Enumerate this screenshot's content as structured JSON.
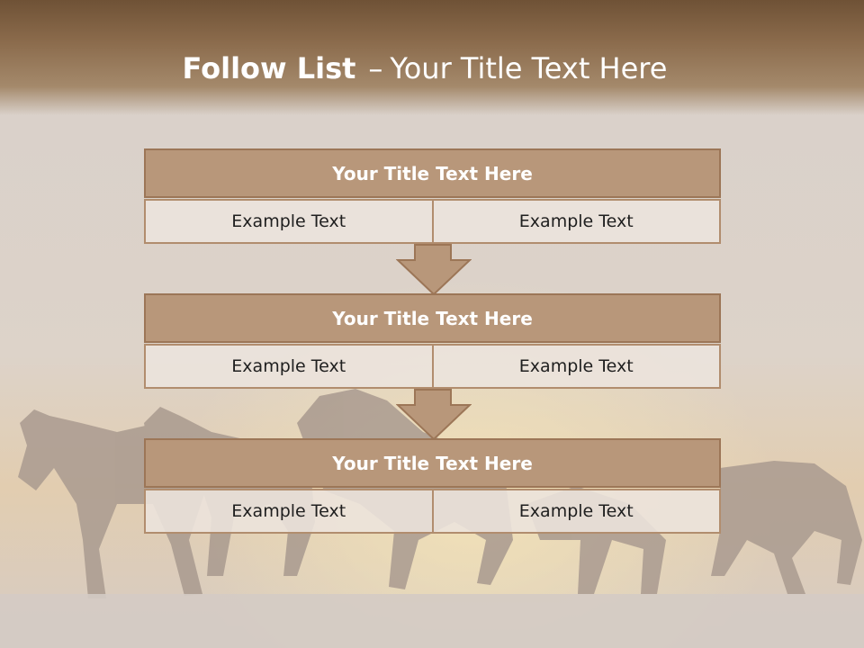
{
  "slide": {
    "title_bold": "Follow List",
    "title_separator": "–",
    "title_rest": "Your Title Text Here"
  },
  "blocks": [
    {
      "title": "Your Title Text Here",
      "left": "Example Text",
      "right": "Example Text"
    },
    {
      "title": "Your Title Text Here",
      "left": "Example Text",
      "right": "Example Text"
    },
    {
      "title": "Your Title Text Here",
      "left": "Example Text",
      "right": "Example Text"
    }
  ],
  "colors": {
    "header_brown": "#7a5a3d",
    "box_title_fill": "#b8977a",
    "box_border": "#9c7657",
    "arrow_fill": "#b8977a"
  }
}
